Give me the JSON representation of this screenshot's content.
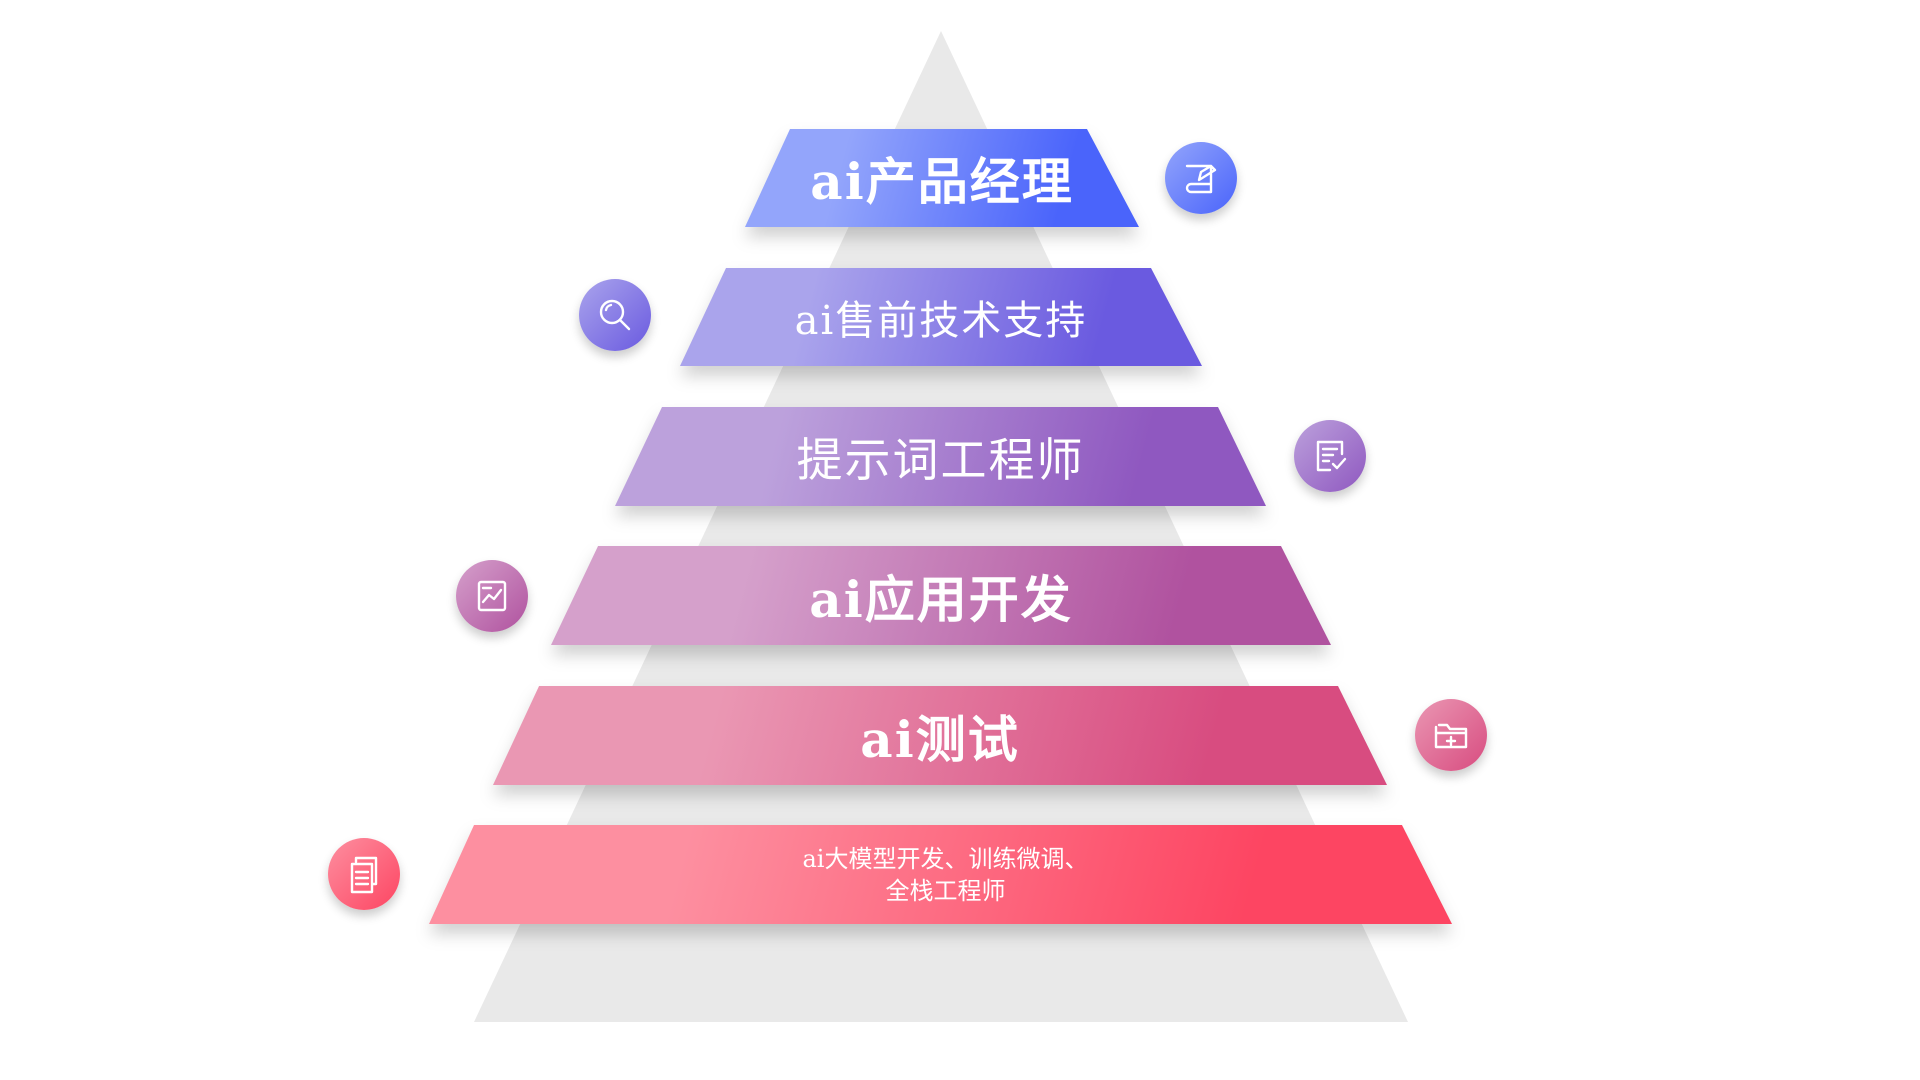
{
  "pyramid": {
    "layers": [
      {
        "label": "ai产品经理",
        "colors": [
          "#93a5fb",
          "#4a64fb"
        ],
        "icon": "paper-plane-icon"
      },
      {
        "label": "ai售前技术支持",
        "colors": [
          "#aaa4ec",
          "#6a5ae0"
        ],
        "icon": "search-icon"
      },
      {
        "label": "提示词工程师",
        "colors": [
          "#bca1dc",
          "#8f58c0"
        ],
        "icon": "checklist-icon"
      },
      {
        "label": "ai应用开发",
        "colors": [
          "#d5a0cb",
          "#b0529f"
        ],
        "icon": "chart-icon"
      },
      {
        "label": "ai测试",
        "colors": [
          "#ea97b3",
          "#d84c80"
        ],
        "icon": "folder-add-icon"
      },
      {
        "label_line1": "ai大模型开发、训练微调、",
        "label_line2": "全栈工程师",
        "colors": [
          "#fd8fa0",
          "#fd4562"
        ],
        "icon": "documents-icon"
      }
    ],
    "base_color": "#e9e9e9"
  }
}
